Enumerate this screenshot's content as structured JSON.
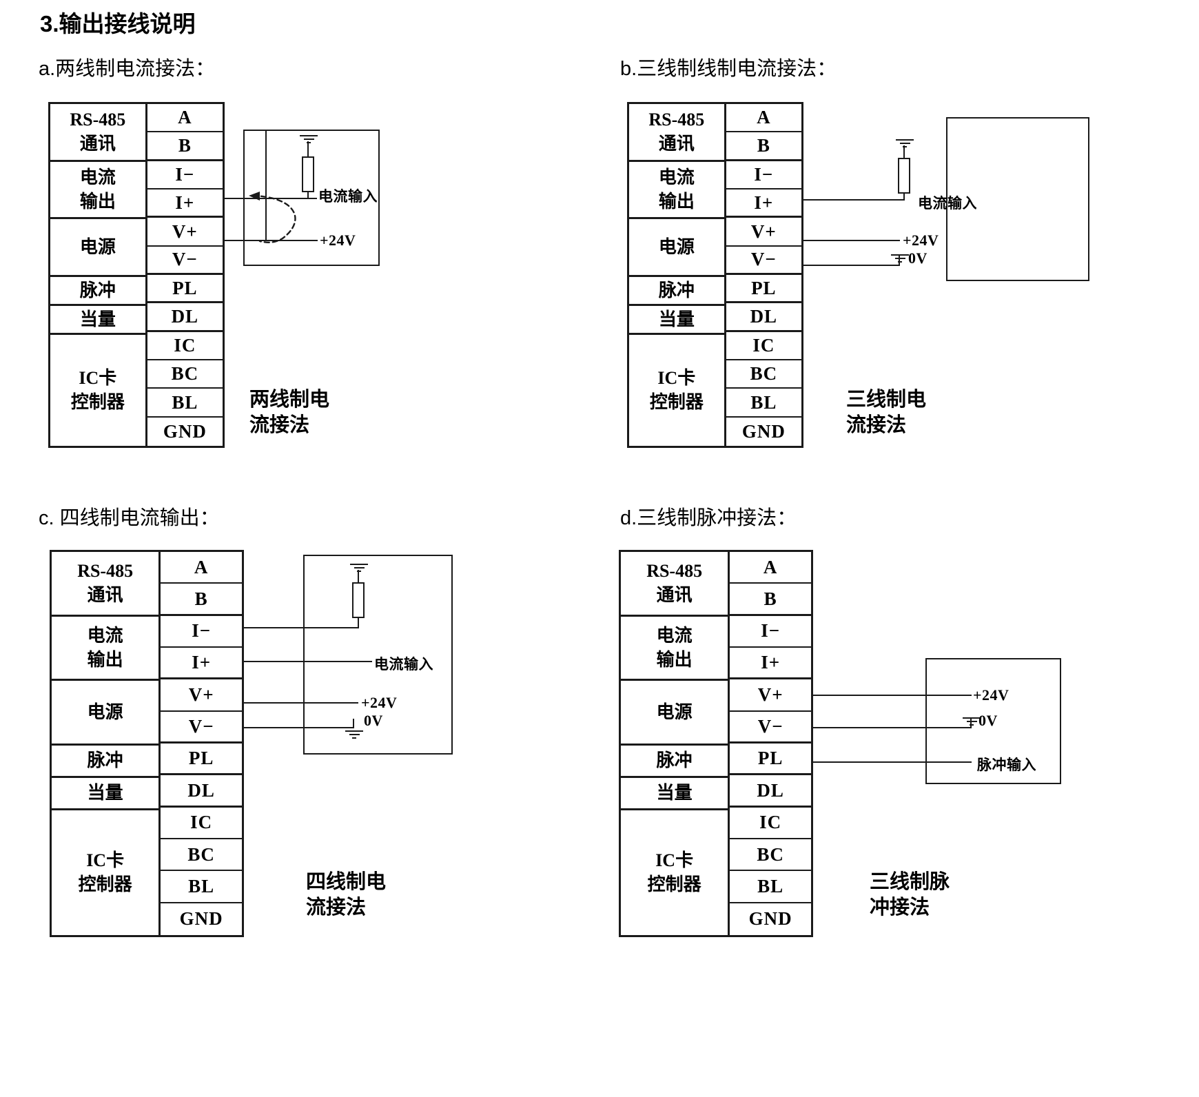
{
  "document": {
    "title": "3.输出接线说明"
  },
  "terminal_table": {
    "groups": [
      {
        "label_lines": [
          "RS-485",
          "通讯"
        ],
        "terminals": [
          "A",
          "B"
        ]
      },
      {
        "label_lines": [
          "电流",
          "输出"
        ],
        "terminals": [
          "I−",
          "I+"
        ]
      },
      {
        "label_lines": [
          "电源"
        ],
        "terminals": [
          "V+",
          "V−"
        ]
      },
      {
        "label_lines": [
          "脉冲"
        ],
        "terminals": [
          "PL"
        ]
      },
      {
        "label_lines": [
          "当量"
        ],
        "terminals": [
          "DL"
        ]
      },
      {
        "label_lines": [
          "IC卡",
          "控制器"
        ],
        "terminals": [
          "IC",
          "BC",
          "BL",
          "GND"
        ]
      }
    ]
  },
  "panels": [
    {
      "id": "a",
      "title": "a.两线制电流接法：",
      "caption_lines": [
        "两线制电",
        "流接法"
      ],
      "labels": {
        "current_input": "电流输入",
        "supply_24v": "+24V"
      }
    },
    {
      "id": "b",
      "title": "b.三线制线制电流接法：",
      "caption_lines": [
        "三线制电",
        "流接法"
      ],
      "labels": {
        "current_input": "电流输入",
        "supply_24v": "+24V",
        "ground_0v": "0V"
      }
    },
    {
      "id": "c",
      "title": "c. 四线制电流输出：",
      "caption_lines": [
        "四线制电",
        "流接法"
      ],
      "labels": {
        "current_input": "电流输入",
        "supply_24v": "+24V",
        "ground_0v": "0V"
      }
    },
    {
      "id": "d",
      "title": "d.三线制脉冲接法：",
      "caption_lines": [
        "三线制脉",
        "冲接法"
      ],
      "labels": {
        "supply_24v": "+24V",
        "ground_0v": "0V",
        "pulse_input": "脉冲输入"
      }
    }
  ],
  "colors": {
    "line": "#1a1a1a",
    "background": "#ffffff"
  }
}
